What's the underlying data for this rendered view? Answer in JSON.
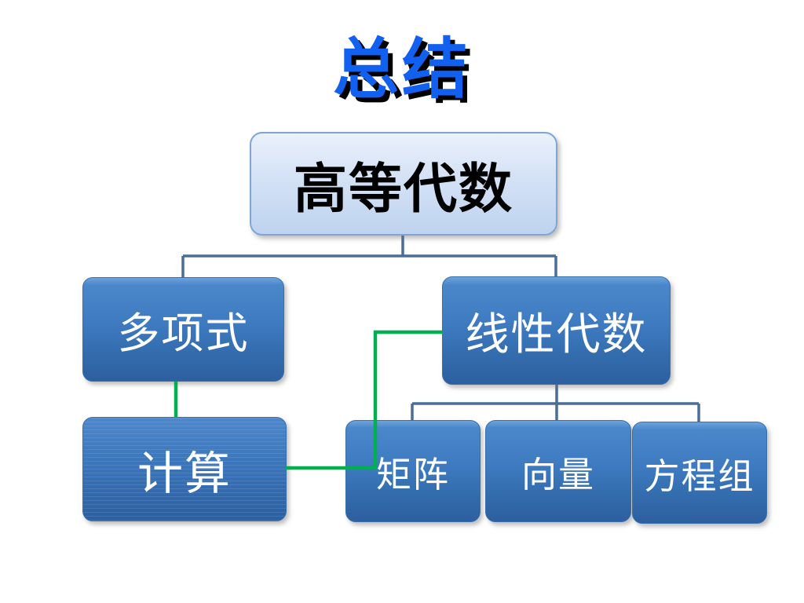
{
  "title": {
    "text": "总结"
  },
  "diagram": {
    "root": {
      "label": "高等代数"
    },
    "level2": [
      {
        "label": "多项式"
      },
      {
        "label": "线性代数"
      }
    ],
    "polynomial_child": {
      "label": "计算"
    },
    "linear_children": [
      {
        "label": "矩阵"
      },
      {
        "label": "向量"
      },
      {
        "label": "方程组"
      }
    ]
  },
  "colors": {
    "title_text": "#1260f0",
    "title_shadow": "#000000",
    "root_box_fill_top": "#eaf1fb",
    "root_box_fill_bottom": "#bed3ef",
    "root_box_border": "#7fa5d4",
    "node_fill_top": "#4a87ca",
    "node_fill_bottom": "#2d5f9f",
    "node_text": "#ffffff",
    "tree_connector": "#4a6d99",
    "green_connector": "#00b050",
    "background": "#ffffff"
  }
}
